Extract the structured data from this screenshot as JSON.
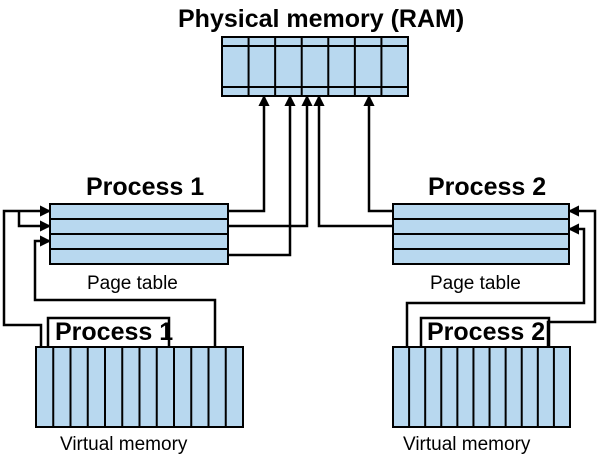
{
  "colors": {
    "cell_fill": "#b8d8ef",
    "stroke": "#000000",
    "background": "#ffffff"
  },
  "physical_memory": {
    "title": "Physical memory (RAM)",
    "columns": 7,
    "rows": 3
  },
  "process_1": {
    "name": "Process 1",
    "page_table_label": "Page table",
    "virtual_label_title": "Process 1",
    "virtual_memory_label": "Virtual memory",
    "page_table_rows": 4,
    "virtual_pages": 12
  },
  "process_2": {
    "name": "Process 2",
    "page_table_label": "Page table",
    "virtual_label_title": "Process 2",
    "virtual_memory_label": "Virtual memory",
    "page_table_rows": 4,
    "virtual_pages": 11
  }
}
